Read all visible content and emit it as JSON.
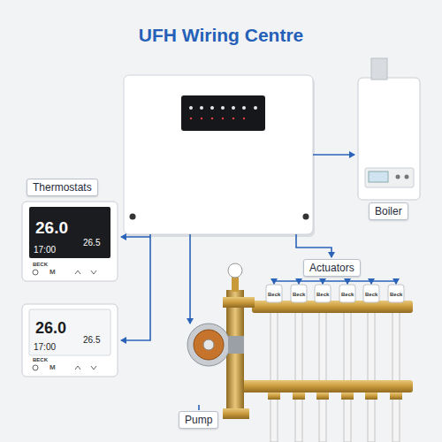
{
  "diagram": {
    "title": "UFH Wiring Centre",
    "nodes": [
      {
        "text": [
          "Thermostats"
        ]
      },
      {
        "text": [
          "Boiler"
        ]
      },
      {
        "text": [
          "Actuators"
        ]
      },
      {
        "text": [
          "Pump"
        ]
      }
    ],
    "labels": [
      "26.0",
      "26.5",
      "17:00",
      "BECK",
      "M",
      "26.0",
      "26.5",
      "17:00",
      "BECK",
      "M",
      "Beck",
      "Beck",
      "Beck",
      "Beck",
      "Beck",
      "Beck"
    ]
  }
}
